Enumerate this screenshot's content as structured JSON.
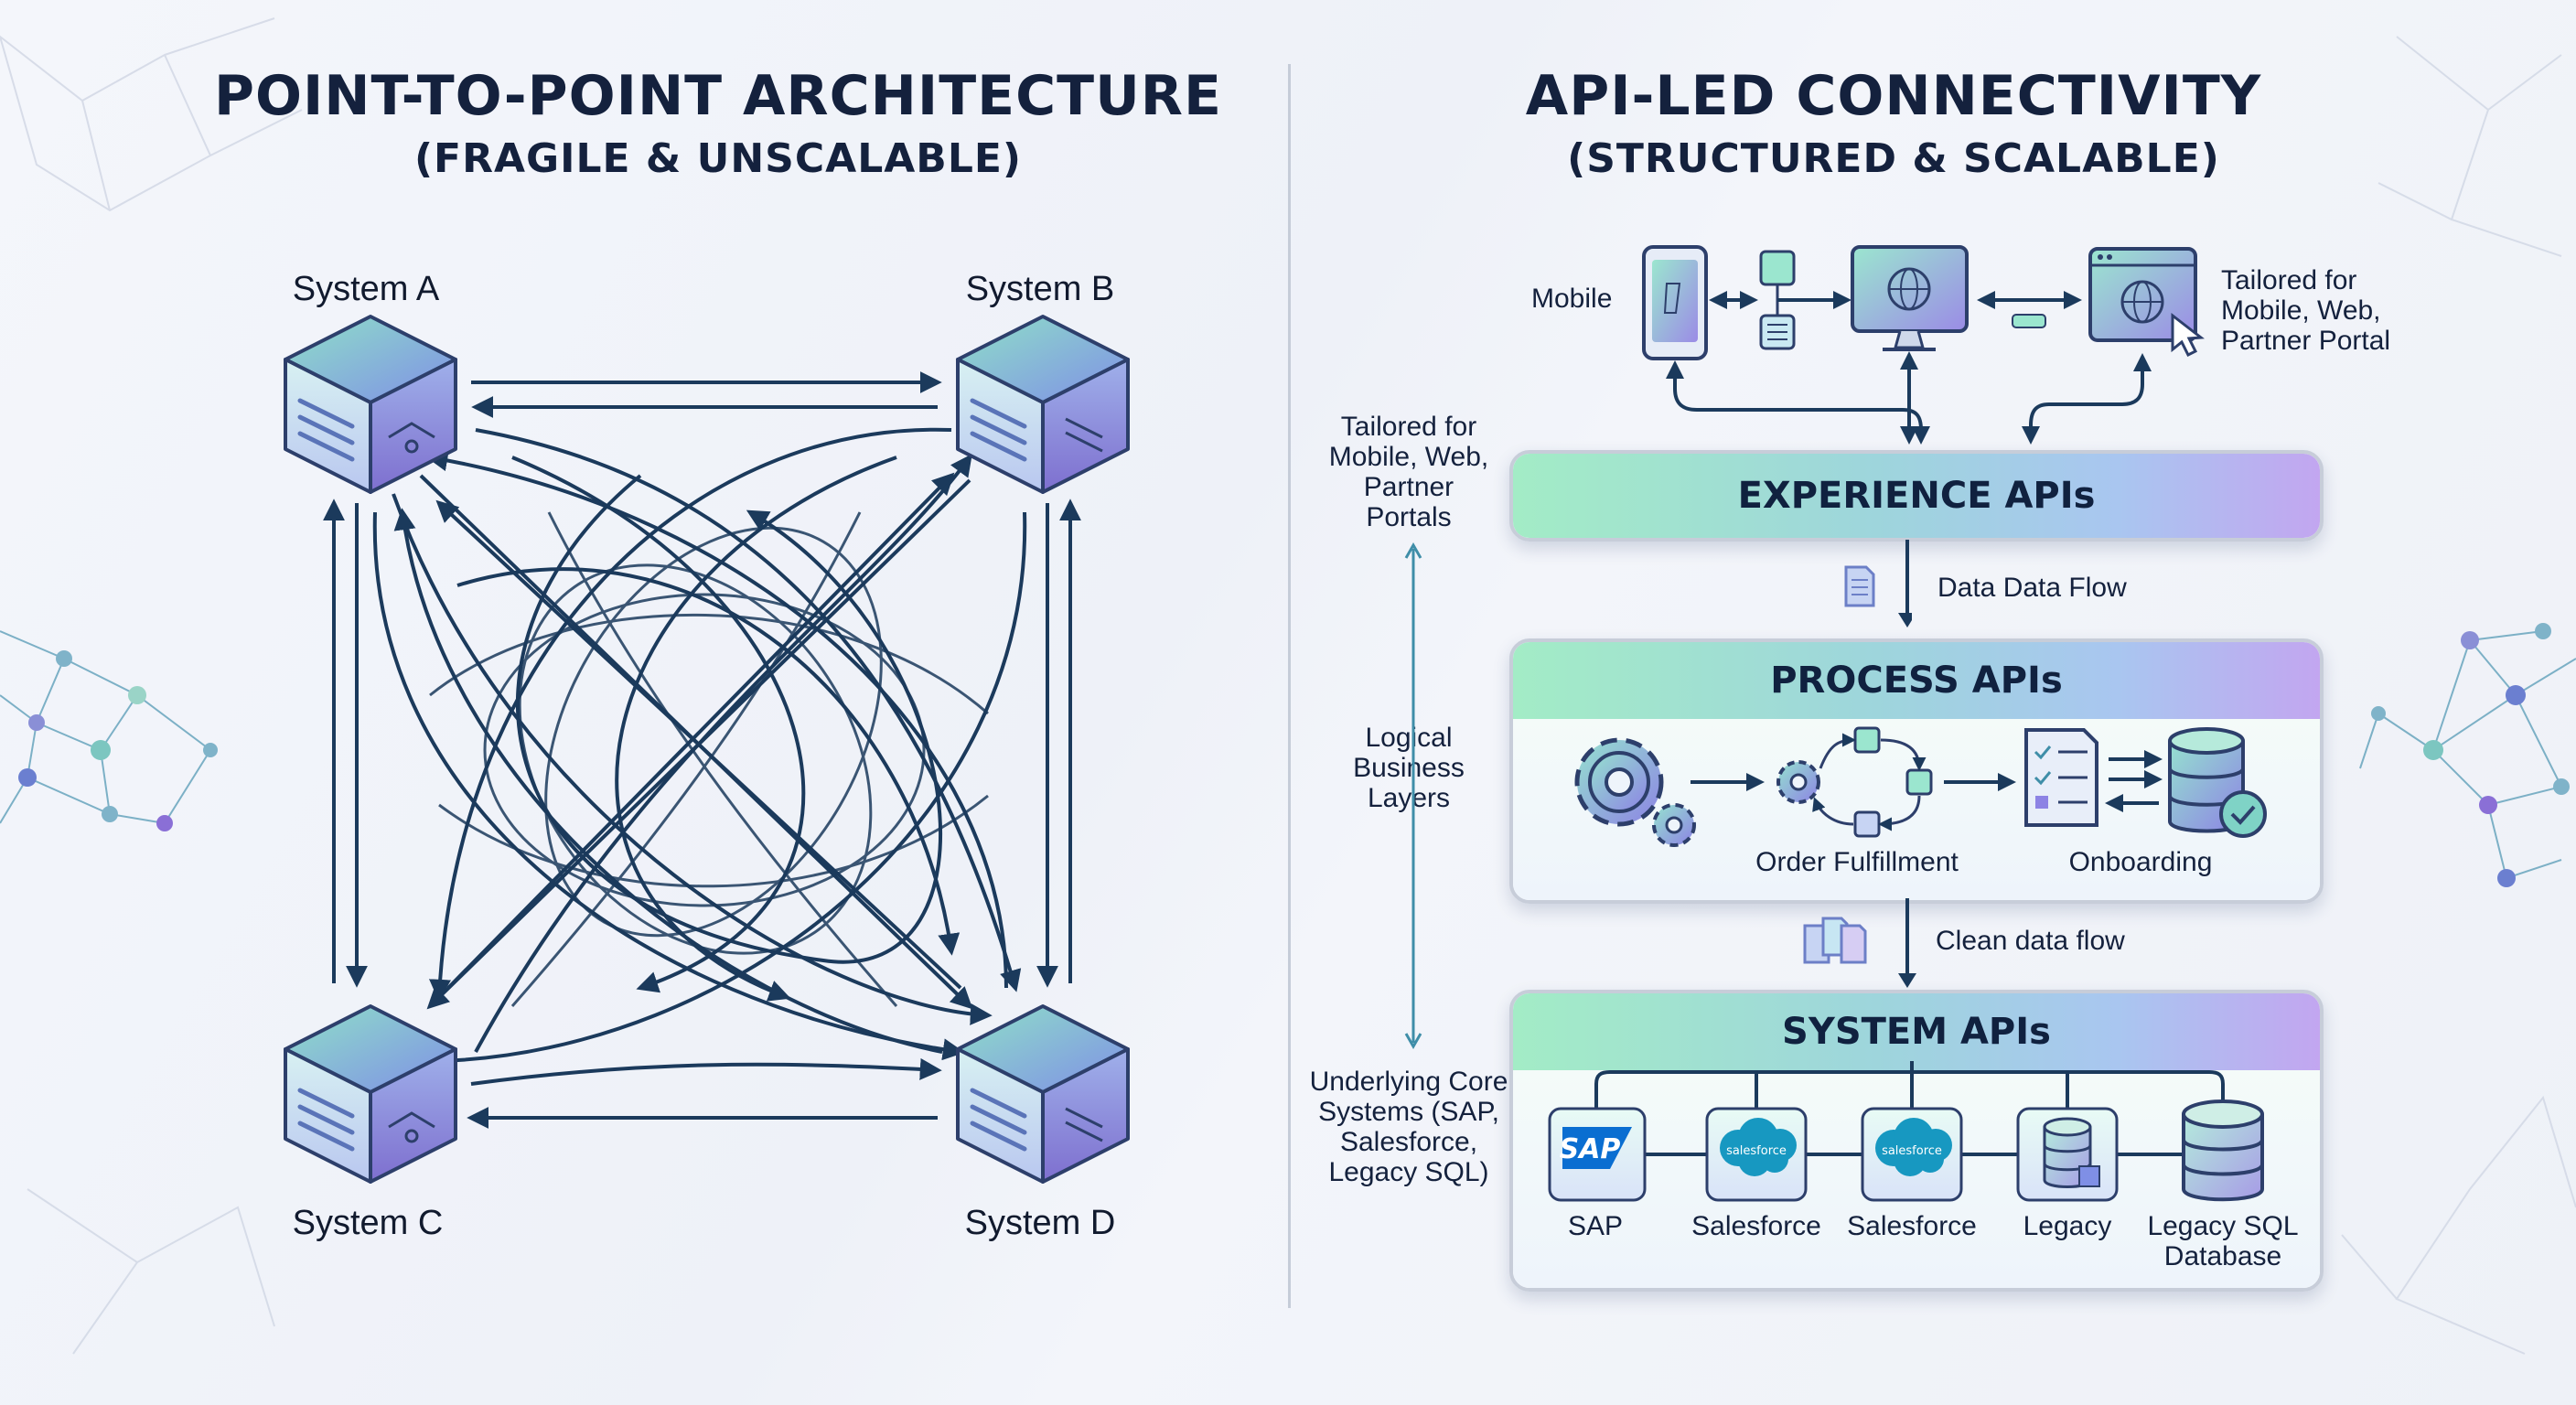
{
  "left": {
    "title": "POINT-TO-POINT ARCHITECTURE",
    "subtitle": "(FRAGILE & UNSCALABLE)",
    "systems": [
      "System A",
      "System B",
      "System C",
      "System D"
    ]
  },
  "right": {
    "title": "API-LED CONNECTIVITY",
    "subtitle": "(STRUCTURED & SCALABLE)",
    "clients": {
      "mobile_label": "Mobile",
      "tailored_label": "Tailored for Mobile, Web, Partner Portal"
    },
    "side_labels": {
      "top": "Tailored for Mobile, Web, Partner Portals",
      "middle": "Logical Business Layers",
      "bottom": "Underlying Core Systems (SAP, Salesforce, Legacy SQL)"
    },
    "experience": {
      "title": "EXPERIENCE APIs"
    },
    "flow1": "Data Data Flow",
    "process": {
      "title": "PROCESS APIs",
      "items": [
        "Order Fulfillment",
        "Onboarding"
      ]
    },
    "flow2": "Clean data flow",
    "system": {
      "title": "SYSTEM APIs",
      "items": [
        "SAP",
        "Salesforce",
        "Salesforce",
        "Legacy",
        "Legacy SQL Database"
      ],
      "logos": {
        "sap": "SAP",
        "salesforce": "salesforce"
      }
    }
  },
  "colors": {
    "navy": "#1b3a5c",
    "title_text": "#14213d",
    "layer_gradient": [
      "#a3ecc6",
      "#9ed5dc",
      "#a9c6f0",
      "#c2a6f0"
    ],
    "salesforce_blue": "#1798c1",
    "sap_blue": "#0a6ed1"
  },
  "icons": [
    "server-cube-icon",
    "mobile-phone-icon",
    "desktop-globe-icon",
    "browser-globe-icon",
    "cursor-icon",
    "document-icon",
    "gear-icon",
    "workflow-icon",
    "checklist-icon",
    "database-check-icon",
    "sap-logo-icon",
    "salesforce-logo-icon",
    "database-icon"
  ]
}
